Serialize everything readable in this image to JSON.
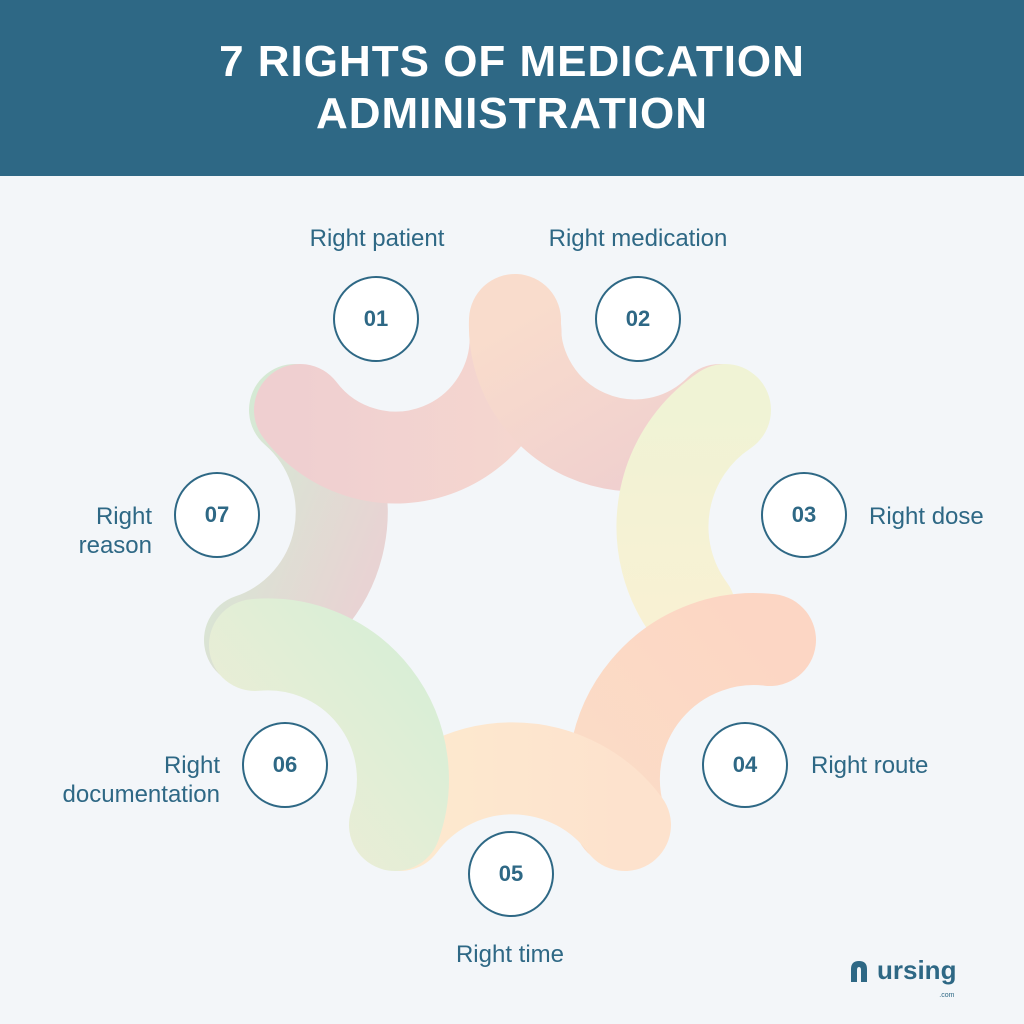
{
  "header": {
    "title": "7 RIGHTS OF MEDICATION ADMINISTRATION"
  },
  "steps": [
    {
      "number": "01",
      "label": "Right patient"
    },
    {
      "number": "02",
      "label": "Right medication"
    },
    {
      "number": "03",
      "label": "Right dose"
    },
    {
      "number": "04",
      "label": "Right route"
    },
    {
      "number": "05",
      "label": "Right time"
    },
    {
      "number": "06",
      "label_line1": "Right",
      "label_line2": "documentation"
    },
    {
      "number": "07",
      "label_line1": "Right",
      "label_line2": "reason"
    }
  ],
  "logo": {
    "text": "ursing",
    "sub": ".com"
  },
  "colors": {
    "brand": "#2e6885",
    "background": "#f3f6f9",
    "arc_red": "#f2c9c6",
    "arc_orange": "#f8d5c6",
    "arc_yellow": "#f4f1d0",
    "arc_peach": "#fcd9c4",
    "arc_cream": "#fde6cf",
    "arc_green": "#dcefd9",
    "arc_sage": "#d3e8d2"
  }
}
